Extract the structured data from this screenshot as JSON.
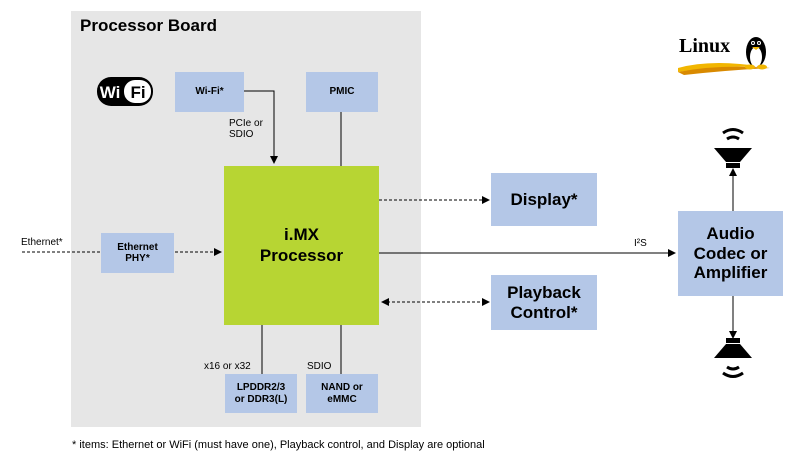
{
  "board": {
    "title": "Processor Board"
  },
  "logos": {
    "wifi": {
      "text": "WiFi"
    },
    "linux": {
      "text": "Linux"
    }
  },
  "blocks": {
    "wifi": "Wi-Fi*",
    "pmic": "PMIC",
    "ethernet_phy": "Ethernet\nPHY*",
    "processor": "i.MX\nProcessor",
    "memory": "LPDDR2/3\nor DDR3(L)",
    "storage": "NAND or\neMMC",
    "display": "Display*",
    "playback": "Playback\nControl*",
    "audio": "Audio\nCodec or\nAmplifier"
  },
  "labels": {
    "pcie_sdio": "PCIe or\nSDIO",
    "ethernet": "Ethernet*",
    "i2s": "I²S",
    "mem_width": "x16 or x32",
    "sdio": "SDIO"
  },
  "footnote": "* items: Ethernet or WiFi (must have one), Playback control, and Display are optional",
  "colors": {
    "board_bg": "#e6e6e6",
    "block": "#b4c7e7",
    "processor": "#b7d533",
    "tux_yellow": "#f2b600"
  }
}
